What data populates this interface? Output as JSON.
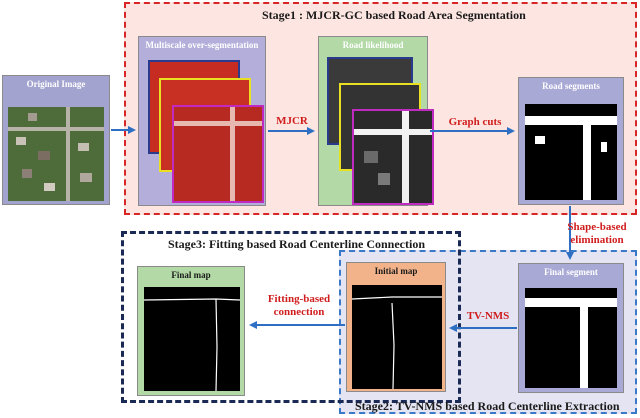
{
  "stage1": {
    "label": "Stage1 : MJCR-GC based Road Area Segmentation"
  },
  "stage2": {
    "label": "Stage2: TV-NMS based Road Centerline Extraction"
  },
  "stage3": {
    "label": "Stage3: Fitting based Road Centerline Connection"
  },
  "panels": {
    "original": "Original  Image",
    "oversegmentation": "Multiscale over-segmentation",
    "likelihood": "Road likelihood",
    "segments": "Road segments",
    "final_segment": "Final segment",
    "initial_map": "Initial map",
    "final_map": "Final map"
  },
  "arrows": {
    "mjcr": "MJCR",
    "graph_cuts": "Graph cuts",
    "shape_elim_1": "Shape-based",
    "shape_elim_2": "elimination",
    "tv_nms": "TV-NMS",
    "fitting_1": "Fitting-based",
    "fitting_2": "connection"
  },
  "colors": {
    "arrow": "#2e6fc4",
    "stage1_border": "#d82626",
    "stage2_border": "#3a78c8",
    "stage3_border": "#1b2a55",
    "label_red": "#d01e1e"
  }
}
